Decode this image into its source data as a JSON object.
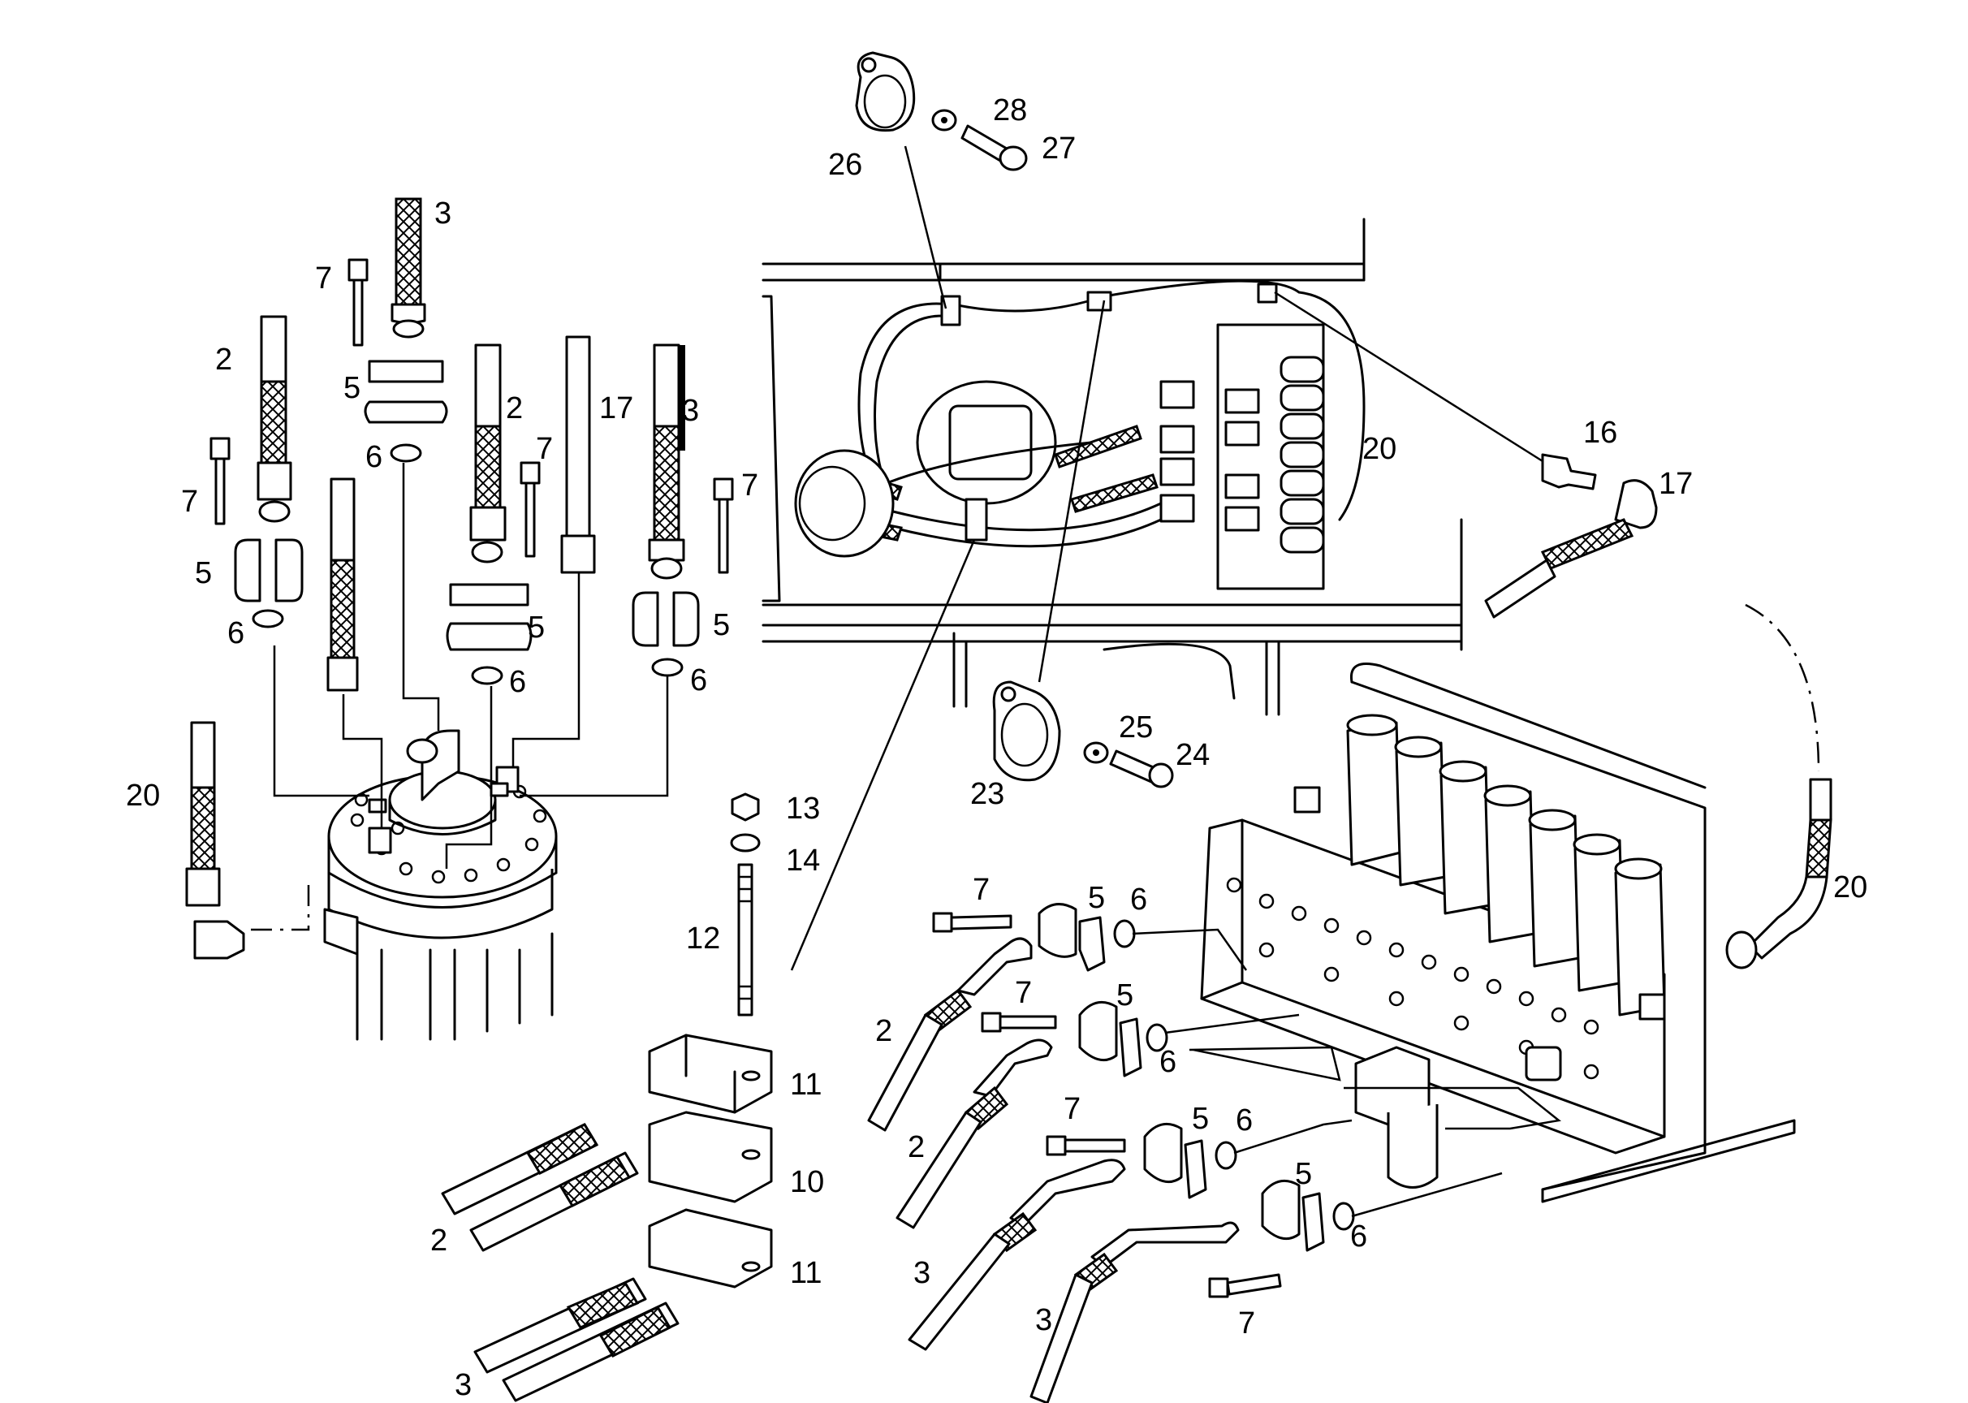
{
  "diagram": {
    "callouts": [
      "3",
      "7",
      "2",
      "5",
      "6",
      "2",
      "7",
      "17",
      "3",
      "7",
      "7",
      "5",
      "5",
      "6",
      "5",
      "6",
      "6",
      "20",
      "28",
      "27",
      "26",
      "16",
      "17",
      "20",
      "25",
      "24",
      "23",
      "13",
      "14",
      "12",
      "11",
      "10",
      "11",
      "2",
      "3",
      "7",
      "5",
      "6",
      "2",
      "7",
      "5",
      "6",
      "2",
      "7",
      "5",
      "6",
      "3",
      "5",
      "6",
      "3",
      "7",
      "20"
    ]
  }
}
